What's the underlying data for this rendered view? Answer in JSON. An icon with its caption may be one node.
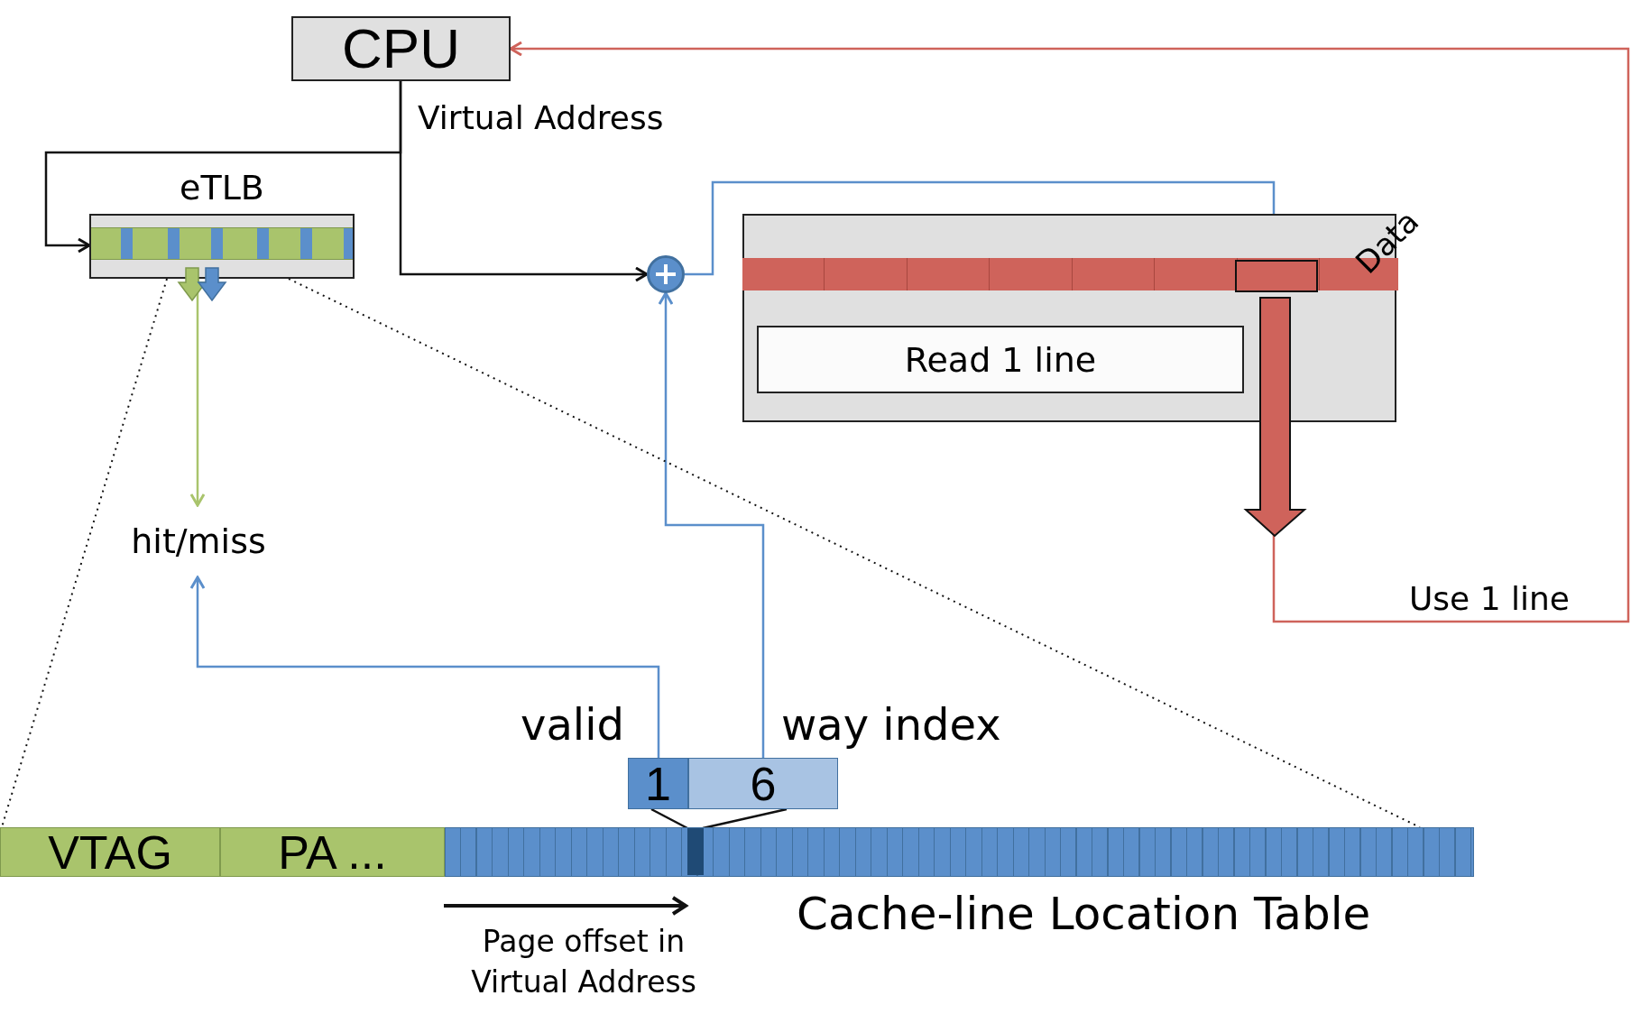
{
  "diagram": {
    "nodes": [
      {
        "text": [
          "CPU"
        ]
      },
      {
        "text": [
          "eTLB"
        ]
      },
      {
        "text": [],
        "shape": "circle"
      },
      {
        "text": [
          "Data"
        ]
      },
      {
        "text": [
          "Read 1 line"
        ],
        "in": 3
      },
      {
        "text": [],
        "shape": "box",
        "in": 3
      },
      {
        "text": [
          "hit/miss"
        ]
      },
      {
        "text": [
          "1"
        ],
        "beside": [
          "valid"
        ]
      },
      {
        "text": [
          "6"
        ],
        "beside": [
          "way index"
        ]
      },
      {
        "text": [
          "VTAG"
        ]
      },
      {
        "text": [
          "PA ..."
        ]
      },
      {
        "text": [],
        "shape": "bar",
        "beside": [
          "Cache-line Location Table"
        ]
      },
      {
        "text": [],
        "shape": "box",
        "in": 11
      }
    ],
    "edges": [
      {
        "from": 0,
        "to": 1,
        "arrow": "to"
      },
      {
        "from": 0,
        "to": 2,
        "arrow": "to"
      },
      {
        "from": 1,
        "to": 6,
        "arrow": "to",
        "color": "#a9c46c"
      },
      {
        "from": 2,
        "to": 5,
        "arrow": "to",
        "color": "#5b8fcb"
      },
      {
        "from": 7,
        "to": 6,
        "arrow": "to",
        "color": "#5b8fcb"
      },
      {
        "from": 8,
        "to": 2,
        "arrow": "to",
        "color": "#5b8fcb"
      },
      {
        "from": 7,
        "to": 12,
        "arrow": "none"
      },
      {
        "from": 8,
        "to": 12,
        "arrow": "none"
      },
      {
        "from": 5,
        "to": 0,
        "arrow": "to",
        "label": "Use 1 line",
        "color": "#cf635b"
      },
      {
        "from": 1,
        "to": 9,
        "arrow": "none",
        "style": "dashed"
      },
      {
        "from": 1,
        "to": 11,
        "arrow": "none",
        "style": "dashed"
      }
    ],
    "labels": [
      "Virtual Address",
      "Page offset in Virtual Address"
    ]
  }
}
